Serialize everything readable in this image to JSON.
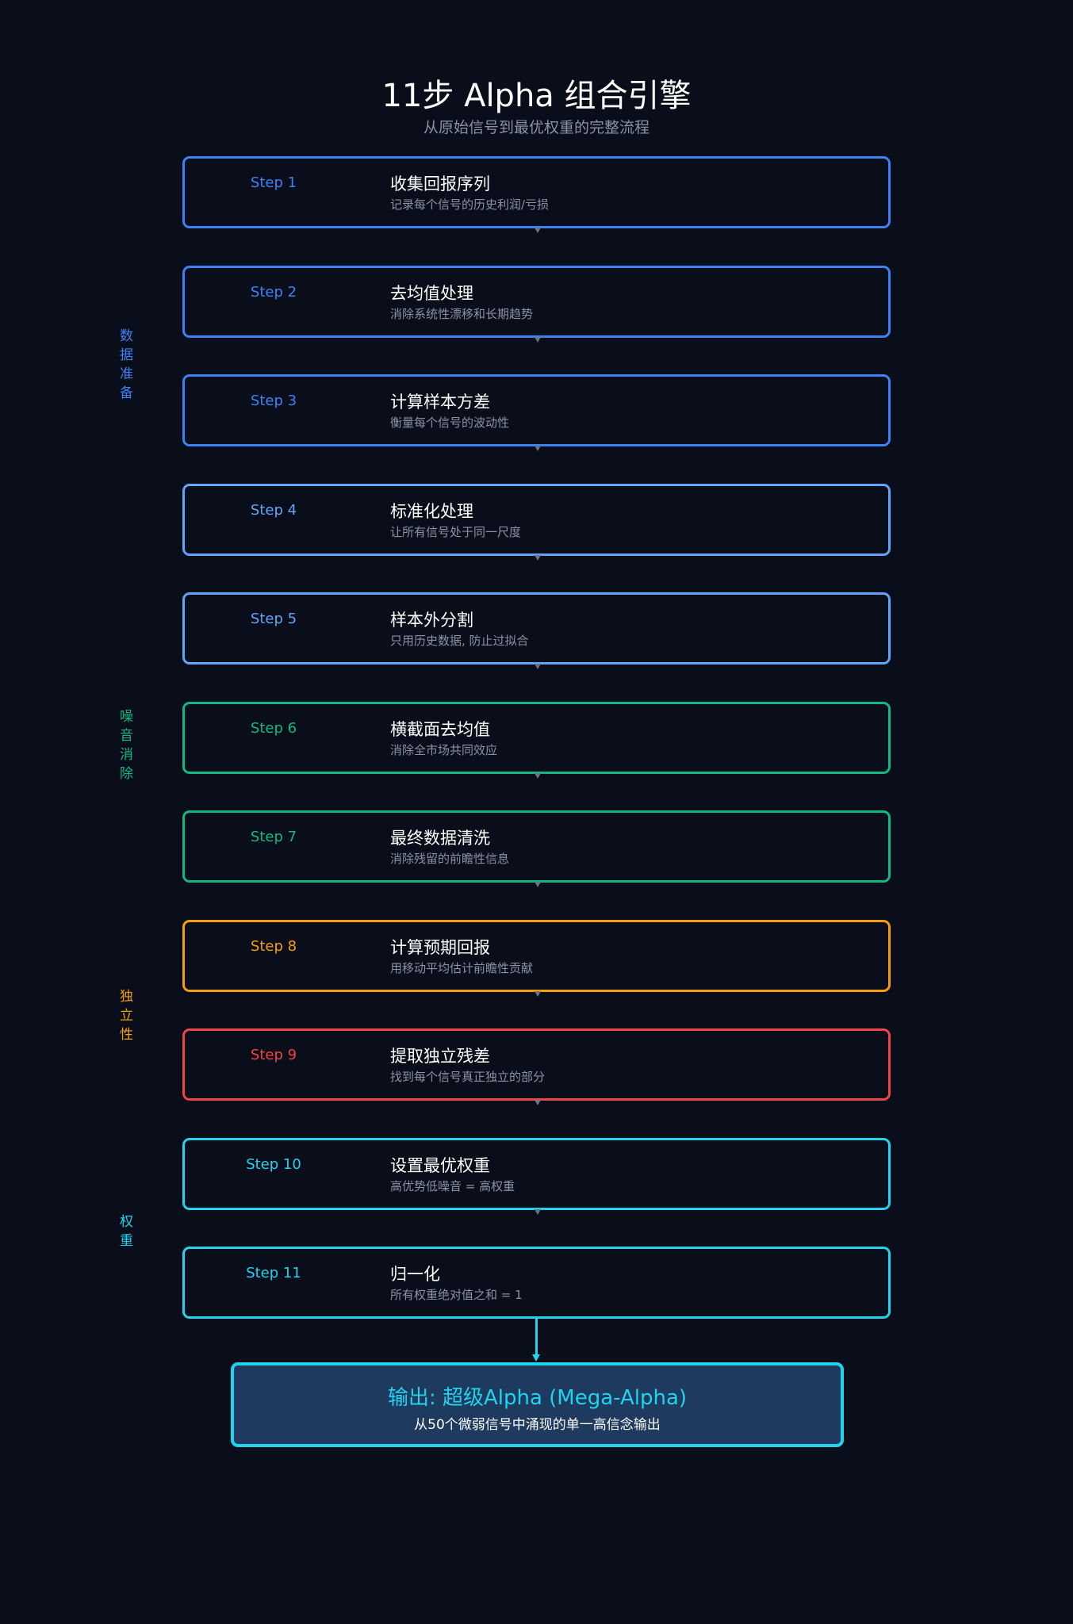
{
  "header": {
    "title": "11步 Alpha 组合引擎",
    "subtitle": "从原始信号到最优权重的完整流程"
  },
  "colors": {
    "background": "#0a0e1a",
    "blue": "#3b82f6",
    "light_blue": "#60a5fa",
    "green": "#10b981",
    "amber": "#f59e0b",
    "red": "#ef4444",
    "cyan": "#22d3ee",
    "output_fill": "#1e3a5f"
  },
  "steps": [
    {
      "label": "Step 1",
      "title": "收集回报序列",
      "desc": "记录每个信号的历史利润/亏损",
      "color": "#3b82f6"
    },
    {
      "label": "Step 2",
      "title": "去均值处理",
      "desc": "消除系统性漂移和长期趋势",
      "color": "#3b82f6"
    },
    {
      "label": "Step 3",
      "title": "计算样本方差",
      "desc": "衡量每个信号的波动性",
      "color": "#3b82f6"
    },
    {
      "label": "Step 4",
      "title": "标准化处理",
      "desc": "让所有信号处于同一尺度",
      "color": "#60a5fa"
    },
    {
      "label": "Step 5",
      "title": "样本外分割",
      "desc": "只用历史数据, 防止过拟合",
      "color": "#60a5fa"
    },
    {
      "label": "Step 6",
      "title": "横截面去均值",
      "desc": "消除全市场共同效应",
      "color": "#10b981"
    },
    {
      "label": "Step 7",
      "title": "最终数据清洗",
      "desc": "消除残留的前瞻性信息",
      "color": "#10b981"
    },
    {
      "label": "Step 8",
      "title": "计算预期回报",
      "desc": "用移动平均估计前瞻性贡献",
      "color": "#f59e0b"
    },
    {
      "label": "Step 9",
      "title": "提取独立残差",
      "desc": "找到每个信号真正独立的部分",
      "color": "#ef4444"
    },
    {
      "label": "Step 10",
      "title": "设置最优权重",
      "desc": "高优势低噪音 = 高权重",
      "color": "#22d3ee"
    },
    {
      "label": "Step 11",
      "title": "归一化",
      "desc": "所有权重绝对值之和 = 1",
      "color": "#22d3ee"
    }
  ],
  "phases": [
    {
      "label": "数据准备",
      "color": "#3b82f6"
    },
    {
      "label": "噪音消除",
      "color": "#10b981"
    },
    {
      "label": "独立性",
      "color": "#f59e0b"
    },
    {
      "label": "权重",
      "color": "#22d3ee"
    }
  ],
  "output": {
    "title": "输出: 超级Alpha (Mega-Alpha)",
    "subtitle": "从50个微弱信号中涌现的单一高信念输出"
  }
}
